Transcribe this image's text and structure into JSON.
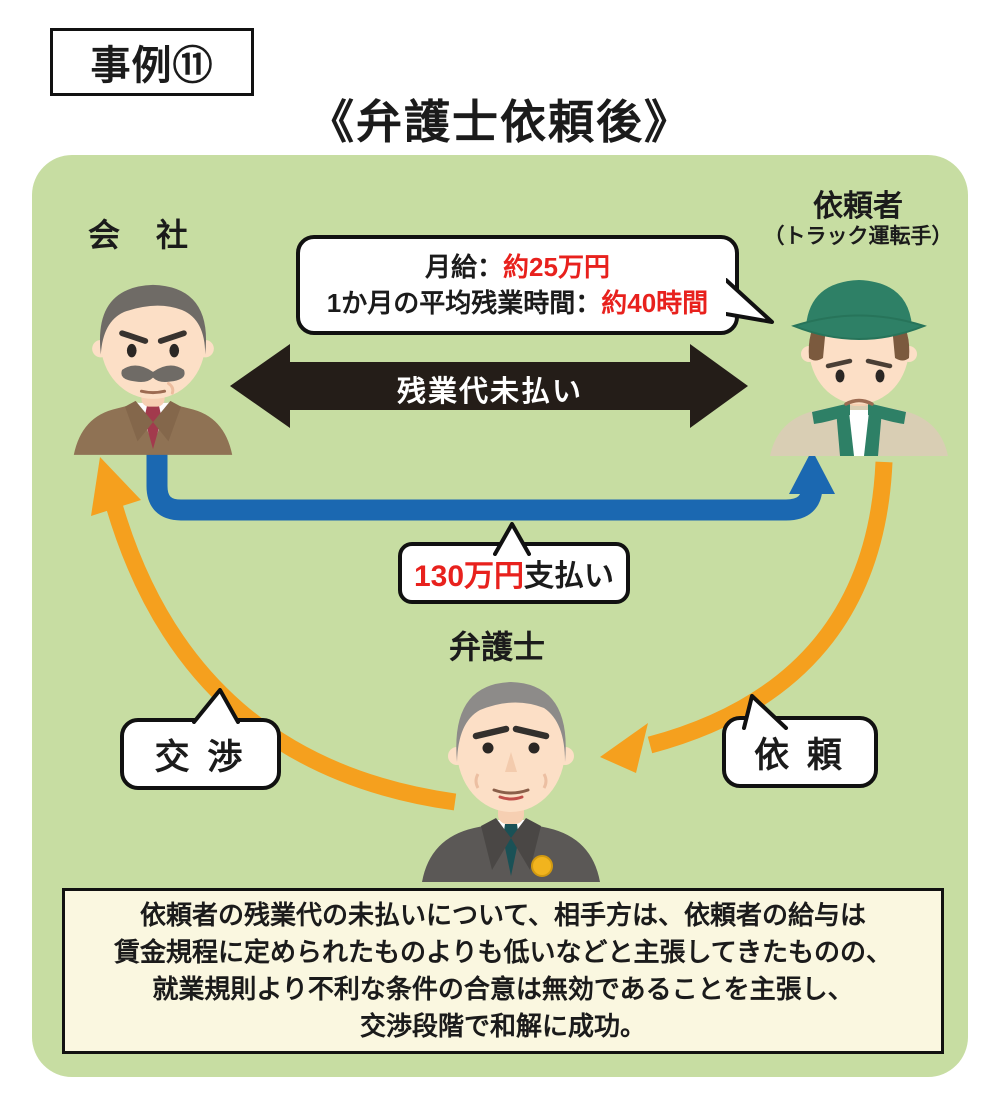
{
  "badge": {
    "label": "事例⑪"
  },
  "title": "《弁護士依頼後》",
  "actors": {
    "company": {
      "label": "会　社"
    },
    "client": {
      "label": "依頼者",
      "sublabel": "（トラック運転手）"
    },
    "lawyer": {
      "label": "弁護士"
    }
  },
  "salary_bubble": {
    "line1_label": "月給：",
    "line1_value": "約25万円",
    "line2_label": "1か月の平均残業時間：",
    "line2_value": "約40時間"
  },
  "relations": {
    "dispute": "残業代未払い",
    "payment_value": "130万円",
    "payment_suffix": "支払い",
    "negotiation": "交 渉",
    "request": "依 頼"
  },
  "summary": {
    "lines": [
      "依頼者の残業代の未払いについて、相手方は、依頼者の給与は",
      "賃金規程に定められたものよりも低いなどと主張してきたものの、",
      "就業規則より不利な条件の合意は無効であることを主張し、",
      "交渉段階で和解に成功。"
    ]
  },
  "colors": {
    "panel_green": "#c7dda2",
    "arrow_black": "#241d18",
    "arrow_blue": "#1b68b1",
    "arrow_orange": "#f5a01e",
    "highlight_red": "#e8211d",
    "summary_bg": "#faf7e0"
  }
}
